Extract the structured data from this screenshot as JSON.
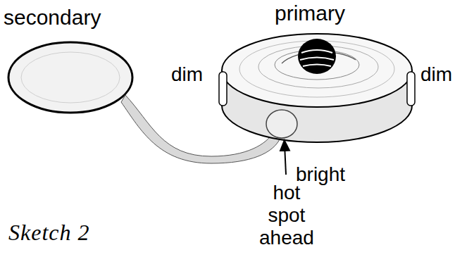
{
  "diagram": {
    "caption": "Sketch 2",
    "labels": [
      "secondary",
      "primary",
      "dim",
      "dim",
      "bright",
      "hot spot ahead"
    ]
  }
}
